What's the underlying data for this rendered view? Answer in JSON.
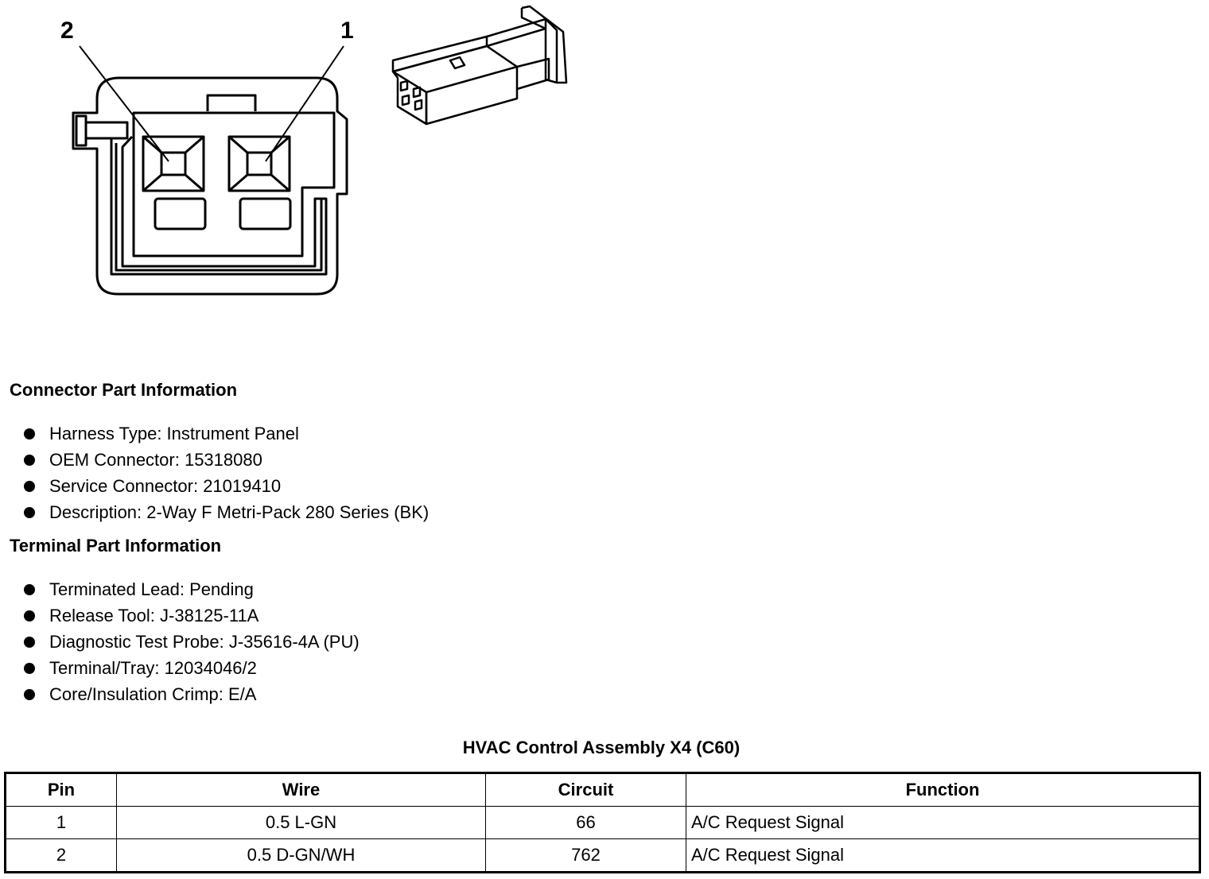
{
  "diagram": {
    "pin_labels": [
      "2",
      "1"
    ],
    "icons": [
      "connector-face-icon",
      "connector-3d-icon"
    ]
  },
  "connector_info": {
    "title": "Connector Part Information",
    "items": [
      "Harness Type: Instrument Panel",
      "OEM Connector: 15318080",
      "Service Connector: 21019410",
      "Description: 2-Way F Metri-Pack 280 Series (BK)"
    ]
  },
  "terminal_info": {
    "title": "Terminal Part Information",
    "items": [
      "Terminated Lead: Pending",
      "Release Tool: J-38125-11A",
      "Diagnostic Test Probe: J-35616-4A (PU)",
      "Terminal/Tray: 12034046/2",
      "Core/Insulation Crimp: E/A"
    ]
  },
  "table": {
    "title": "HVAC Control Assembly X4 (C60)",
    "headers": [
      "Pin",
      "Wire",
      "Circuit",
      "Function"
    ],
    "rows": [
      [
        "1",
        "0.5 L-GN",
        "66",
        "A/C Request Signal"
      ],
      [
        "2",
        "0.5 D-GN/WH",
        "762",
        "A/C Request Signal"
      ]
    ]
  }
}
